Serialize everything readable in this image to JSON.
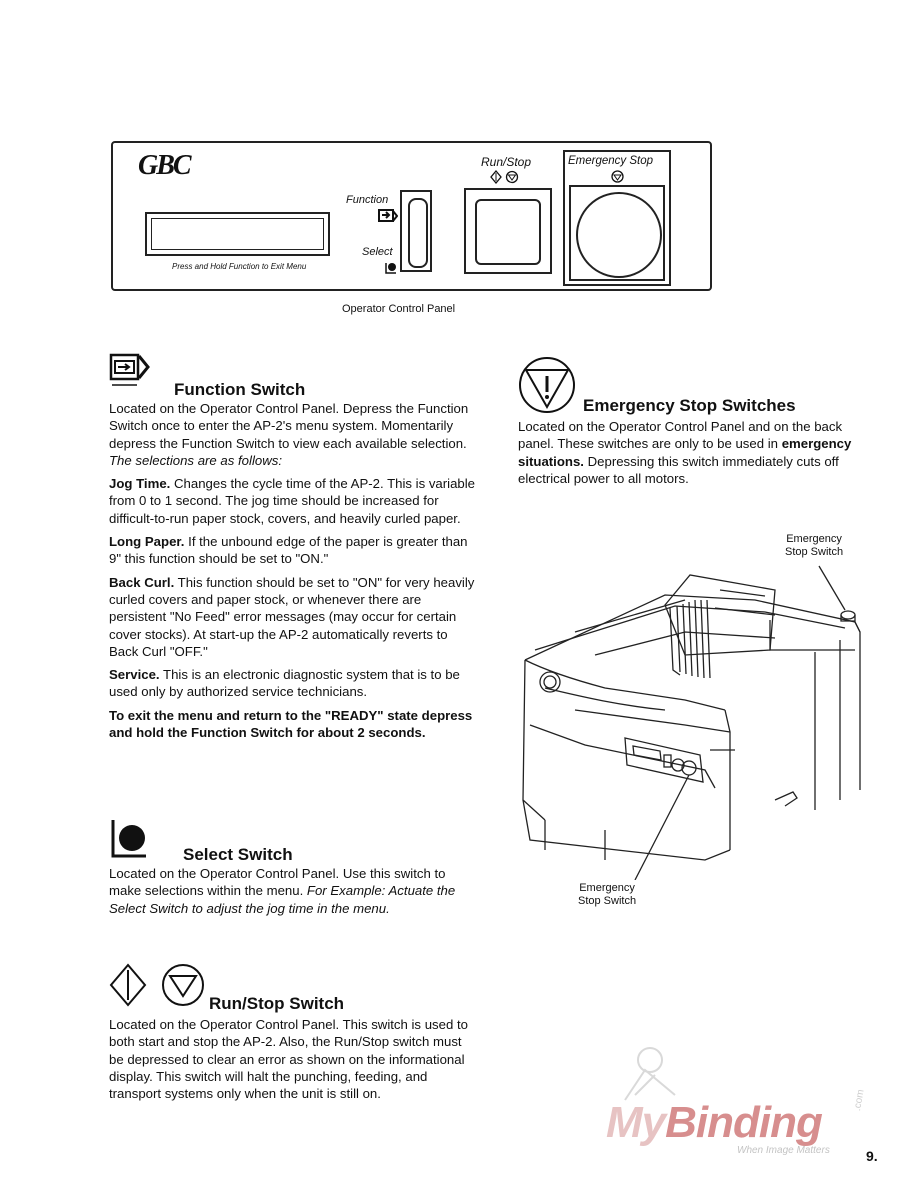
{
  "panel": {
    "logo": "GBC",
    "run_stop_label": "Run/Stop",
    "emergency_stop_label": "Emergency Stop",
    "function_label": "Function",
    "select_label": "Select",
    "display_hint": "Press and Hold Function to Exit Menu",
    "caption": "Operator Control Panel"
  },
  "function_switch": {
    "heading": "Function Switch",
    "intro": "Located on the Operator Control Panel. Depress the Function Switch once to enter the AP-2's menu system. Momentarily depress the Function Switch to view each available selection.",
    "intro_italic": "The selections are as follows:",
    "jog_label": "Jog Time.",
    "jog_text": "Changes the cycle time of the AP-2. This is variable from 0 to 1 second. The jog time should be increased for difficult-to-run paper stock, covers, and heavily curled paper.",
    "long_label": "Long Paper.",
    "long_text": "If the unbound edge of the paper is greater than 9\" this function should be set to \"ON.\"",
    "curl_label": "Back Curl.",
    "curl_text": "This function should be set to \"ON\" for very heavily curled covers and paper stock, or whenever there are persistent \"No Feed\" error messages (may occur for certain cover stocks). At start-up the AP-2 automatically reverts to Back Curl \"OFF.\"",
    "service_label": "Service.",
    "service_text": "This is an electronic diagnostic system that is to be used only by authorized service technicians.",
    "exit_text": "To exit the menu and return to the \"READY\" state depress and hold the Function Switch for about 2 seconds."
  },
  "select_switch": {
    "heading": "Select Switch",
    "text": "Located on the Operator Control Panel. Use this switch to make selections within the menu.",
    "text_italic": "For Example: Actuate the Select Switch to adjust the jog time in the menu."
  },
  "run_stop_switch": {
    "heading": "Run/Stop Switch",
    "text": "Located on the Operator Control Panel. This switch is used to both start and stop the AP-2. Also, the Run/Stop switch must be depressed to clear an error as shown on the informational display. This switch will halt the punching, feeding, and transport systems only when the unit is still on."
  },
  "emergency_stop": {
    "heading": "Emergency Stop Switches",
    "text_before": "Located on the Operator Control Panel and on the back panel. These switches are only to be used in",
    "text_bold": "emergency situations.",
    "text_after": "Depressing this switch immediately cuts off electrical power to all motors."
  },
  "figure": {
    "label_top_line1": "Emergency",
    "label_top_line2": "Stop Switch",
    "label_bottom_line1": "Emergency",
    "label_bottom_line2": "Stop Switch"
  },
  "watermark": {
    "brand_my": "My",
    "brand_binding": "Binding",
    "brand_com": ".com",
    "tagline": "When Image Matters"
  },
  "page_number": "9."
}
